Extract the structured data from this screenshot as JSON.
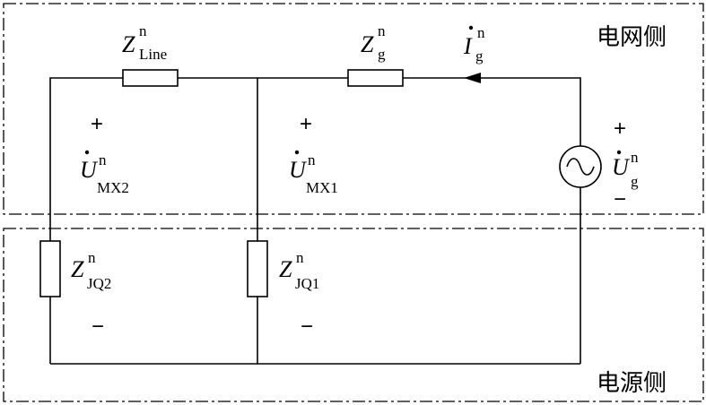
{
  "regions": {
    "grid_side": "电网侧",
    "source_side": "电源侧"
  },
  "components": {
    "z_line": {
      "symbol": "Z",
      "sup": "n",
      "sub": "Line"
    },
    "z_g": {
      "symbol": "Z",
      "sup": "n",
      "sub": "g"
    },
    "i_g": {
      "symbol": "I",
      "sup": "n",
      "sub": "g"
    },
    "u_mx2": {
      "symbol": "U",
      "sup": "n",
      "sub": "MX2"
    },
    "u_mx1": {
      "symbol": "U",
      "sup": "n",
      "sub": "MX1"
    },
    "u_g": {
      "symbol": "U",
      "sup": "n",
      "sub": "g"
    },
    "z_jq2": {
      "symbol": "Z",
      "sup": "n",
      "sub": "JQ2"
    },
    "z_jq1": {
      "symbol": "Z",
      "sup": "n",
      "sub": "JQ1"
    }
  },
  "polarity": {
    "plus": "+",
    "minus": "−"
  }
}
